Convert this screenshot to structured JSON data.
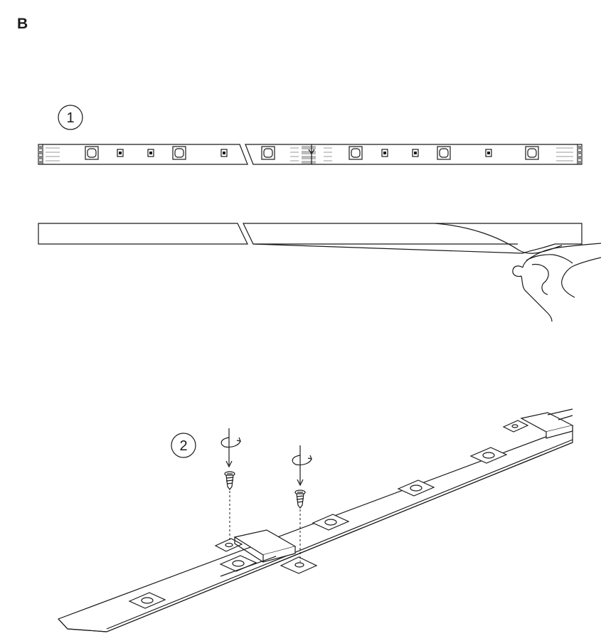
{
  "figure": {
    "label": "B",
    "steps": [
      {
        "number": "1"
      },
      {
        "number": "2"
      }
    ]
  },
  "icons": [
    "led-strip",
    "adhesive-backing",
    "hand",
    "screw",
    "rotation-arrow",
    "mounting-clip"
  ],
  "colors": {
    "line": "#1a1a1a",
    "background": "#ffffff"
  }
}
